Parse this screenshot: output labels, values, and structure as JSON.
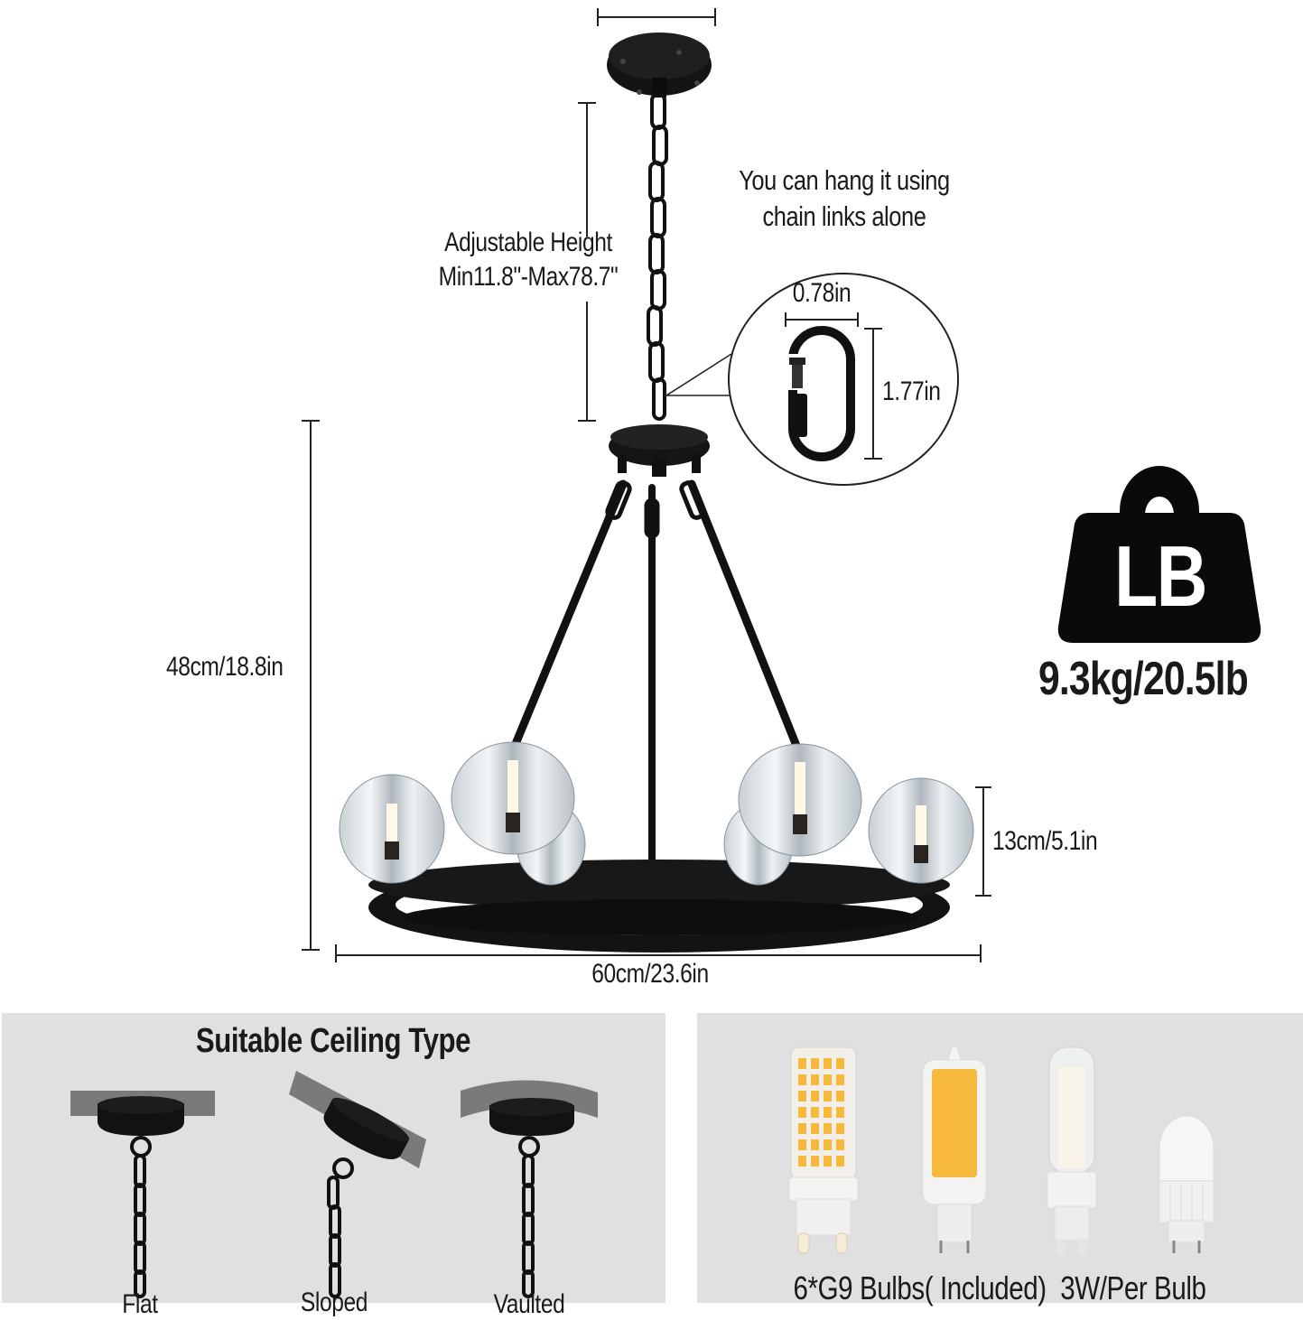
{
  "product": {
    "dimensions": {
      "canopy_width_label": "",
      "adjustable_height": {
        "line1": "Adjustable Height",
        "line2": "Min11.8\"-Max78.7\""
      },
      "body_height": "48cm/18.8in",
      "overall_width": "60cm/23.6in",
      "shade_height": "13cm/5.1in"
    },
    "hang_note": {
      "line1": "You can hang it using",
      "line2": "chain links alone"
    },
    "chain_link_detail": {
      "width": "0.78in",
      "height": "1.77in"
    },
    "weight": {
      "icon_text": "LB",
      "value": "9.3kg/20.5lb"
    },
    "shade_count": 6
  },
  "ceiling_panel": {
    "title": "Suitable Ceiling Type",
    "types": [
      {
        "label": "Flat"
      },
      {
        "label": "Sloped"
      },
      {
        "label": "Vaulted"
      }
    ]
  },
  "bulb_panel": {
    "caption": "6*G9 Bulbs( Included)  3W/Per Bulb",
    "bulbs": [
      {
        "type": "smd-led-warm"
      },
      {
        "type": "cob-led-warm"
      },
      {
        "type": "smd-led-clear"
      },
      {
        "type": "ceramic-g9"
      }
    ]
  },
  "colors": {
    "panel_bg": "#e0e0e0",
    "fixture_black": "#141414",
    "ceiling_gray": "#7a7a7a",
    "bulb_warm": "#f7b93b"
  }
}
